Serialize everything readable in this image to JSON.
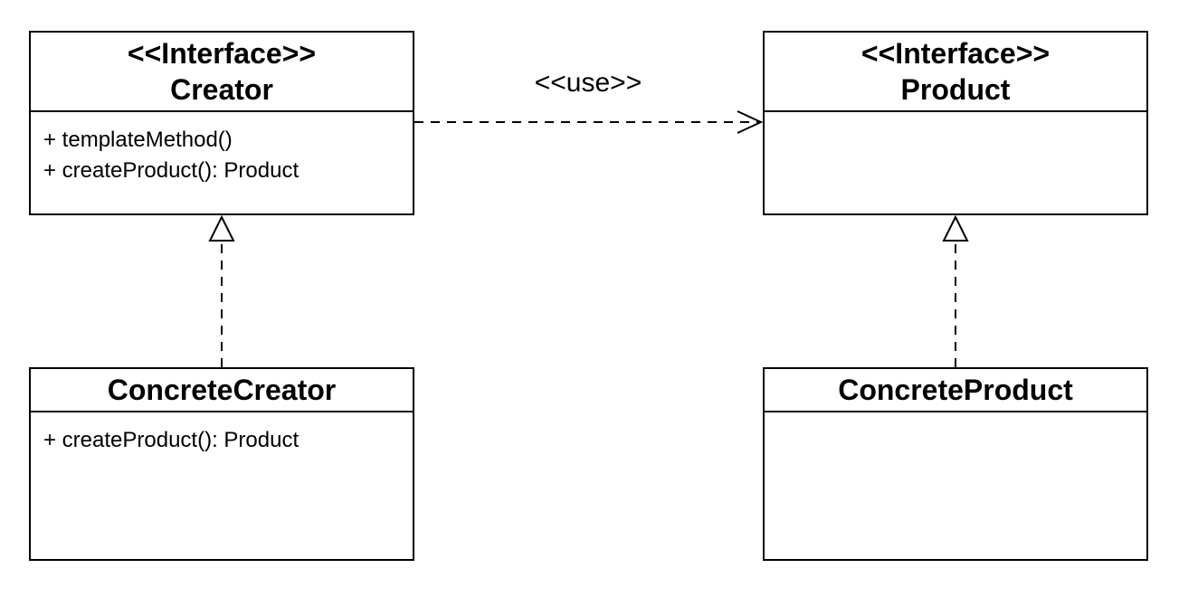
{
  "classes": {
    "creator": {
      "stereotype": "<<Interface>>",
      "name": "Creator",
      "members": [
        "+ templateMethod()",
        "+ createProduct(): Product"
      ]
    },
    "product": {
      "stereotype": "<<Interface>>",
      "name": "Product",
      "members": []
    },
    "concrete_creator": {
      "name": "ConcreteCreator",
      "members": [
        "+ createProduct(): Product"
      ]
    },
    "concrete_product": {
      "name": "ConcreteProduct",
      "members": []
    }
  },
  "relations": {
    "use": {
      "label": "<<use>>",
      "type": "dependency",
      "from": "Creator",
      "to": "Product"
    },
    "realize_creator": {
      "type": "realization",
      "from": "ConcreteCreator",
      "to": "Creator"
    },
    "realize_product": {
      "type": "realization",
      "from": "ConcreteProduct",
      "to": "Product"
    }
  },
  "colors": {
    "stroke": "#000000",
    "background": "#ffffff"
  }
}
